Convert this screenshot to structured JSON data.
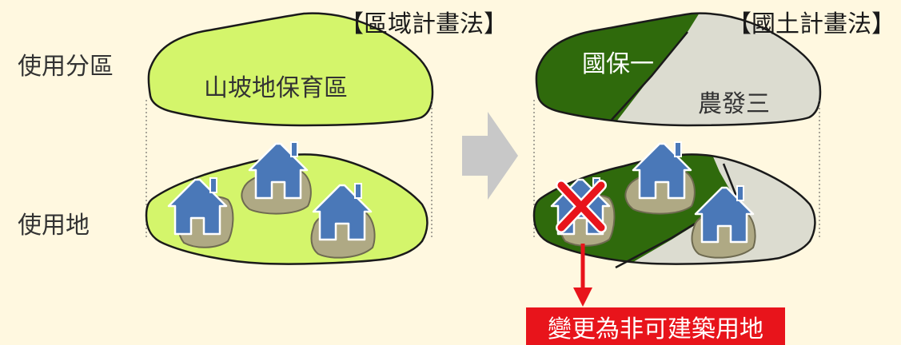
{
  "row_labels": {
    "zoning": "使用分區",
    "land_use": "使用地"
  },
  "left_panel": {
    "law_title": "【區域計畫法】",
    "zone_label": "山坡地保育區",
    "zone_color": "#D4F56B",
    "house_count": 3
  },
  "right_panel": {
    "law_title": "【國土計畫法】",
    "zone_labels": {
      "conservation": "國保一",
      "agriculture": "農發三"
    },
    "conservation_color": "#2F6A0C",
    "agriculture_color": "#DCDCD0",
    "house_count": 3,
    "prohibited_marker": "red-x-icon"
  },
  "callout": {
    "text": "變更為非可建築用地",
    "color": "#E8141B"
  },
  "colors": {
    "background": "#FFF8E0",
    "house": "#4A78B8",
    "house_lot": "#AFA984",
    "arrow": "#C8C8C8"
  }
}
